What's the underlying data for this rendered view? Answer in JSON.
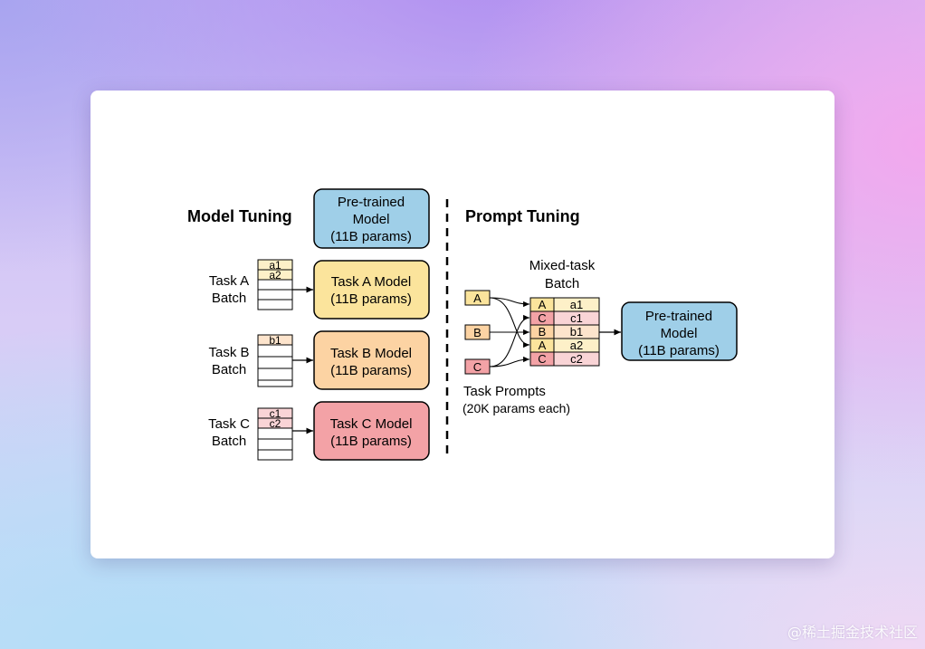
{
  "colors": {
    "pretrained_fill": "#9fcfe8",
    "task_a_fill": "#fbe49c",
    "task_b_fill": "#fcd3a3",
    "task_c_fill": "#f3a2a6",
    "row_a_fill": "#fdf0c8",
    "row_b_fill": "#fde4cc",
    "row_c_fill": "#f9d4d6",
    "stroke": "#000000"
  },
  "model_tuning": {
    "title": "Model Tuning",
    "pretrained": {
      "line1": "Pre-trained",
      "line2": "Model",
      "line3": "(11B params)"
    },
    "task_a": {
      "label_line1": "Task A",
      "label_line2": "Batch",
      "rows": [
        "a1",
        "a2"
      ],
      "model_line1": "Task A Model",
      "model_line2": "(11B params)"
    },
    "task_b": {
      "label_line1": "Task B",
      "label_line2": "Batch",
      "rows": [
        "b1"
      ],
      "model_line1": "Task B Model",
      "model_line2": "(11B params)"
    },
    "task_c": {
      "label_line1": "Task C",
      "label_line2": "Batch",
      "rows": [
        "c1",
        "c2"
      ],
      "model_line1": "Task C Model",
      "model_line2": "(11B params)"
    }
  },
  "prompt_tuning": {
    "title": "Prompt Tuning",
    "prompts": [
      "A",
      "B",
      "C"
    ],
    "mixed_batch_label_line1": "Mixed-task",
    "mixed_batch_label_line2": "Batch",
    "mixed_rows": [
      {
        "task": "A",
        "item": "a1"
      },
      {
        "task": "C",
        "item": "c1"
      },
      {
        "task": "B",
        "item": "b1"
      },
      {
        "task": "A",
        "item": "a2"
      },
      {
        "task": "C",
        "item": "c2"
      }
    ],
    "prompts_label_line1": "Task Prompts",
    "prompts_label_line2": "(20K params each)",
    "pretrained": {
      "line1": "Pre-trained",
      "line2": "Model",
      "line3": "(11B params)"
    }
  },
  "watermark": "@稀土掘金技术社区"
}
